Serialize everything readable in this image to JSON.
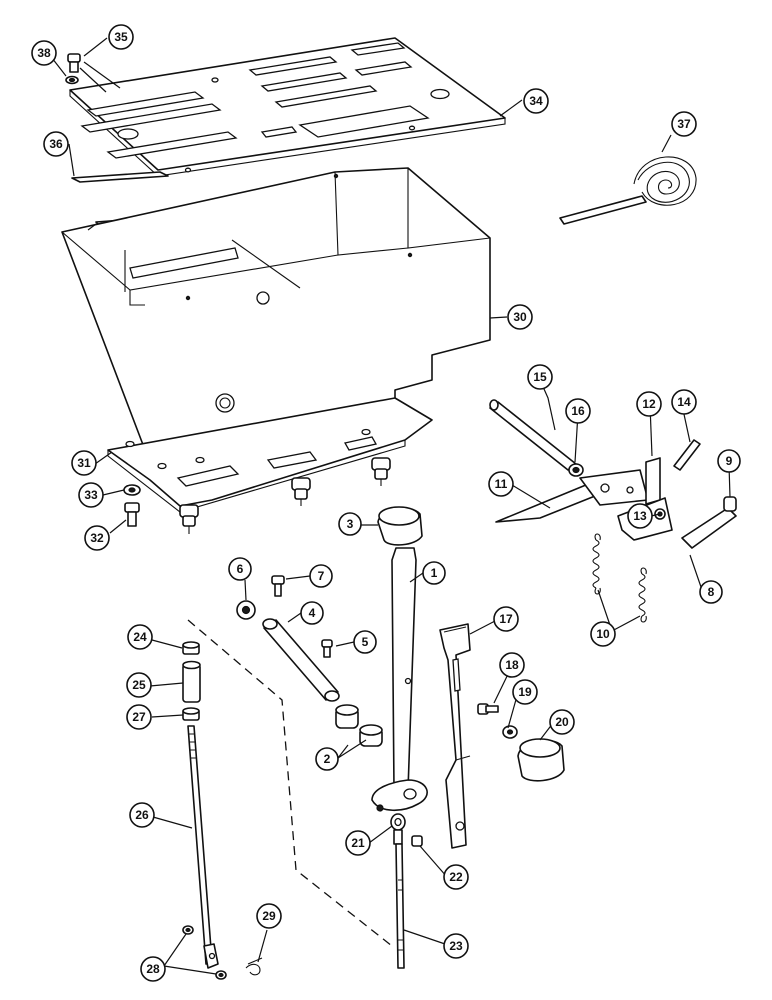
{
  "diagram": {
    "callouts": [
      {
        "id": "1",
        "label": "1"
      },
      {
        "id": "2",
        "label": "2"
      },
      {
        "id": "3",
        "label": "3"
      },
      {
        "id": "4",
        "label": "4"
      },
      {
        "id": "5",
        "label": "5"
      },
      {
        "id": "6",
        "label": "6"
      },
      {
        "id": "7",
        "label": "7"
      },
      {
        "id": "8",
        "label": "8"
      },
      {
        "id": "9",
        "label": "9"
      },
      {
        "id": "10",
        "label": "10"
      },
      {
        "id": "11",
        "label": "11"
      },
      {
        "id": "12",
        "label": "12"
      },
      {
        "id": "13",
        "label": "13"
      },
      {
        "id": "14",
        "label": "14"
      },
      {
        "id": "15",
        "label": "15"
      },
      {
        "id": "16",
        "label": "16"
      },
      {
        "id": "17",
        "label": "17"
      },
      {
        "id": "18",
        "label": "18"
      },
      {
        "id": "19",
        "label": "19"
      },
      {
        "id": "20",
        "label": "20"
      },
      {
        "id": "21",
        "label": "21"
      },
      {
        "id": "22",
        "label": "22"
      },
      {
        "id": "23",
        "label": "23"
      },
      {
        "id": "24",
        "label": "24"
      },
      {
        "id": "25",
        "label": "25"
      },
      {
        "id": "26",
        "label": "26"
      },
      {
        "id": "27",
        "label": "27"
      },
      {
        "id": "28",
        "label": "28"
      },
      {
        "id": "29",
        "label": "29"
      },
      {
        "id": "30",
        "label": "30"
      },
      {
        "id": "31",
        "label": "31"
      },
      {
        "id": "32",
        "label": "32"
      },
      {
        "id": "33",
        "label": "33"
      },
      {
        "id": "34",
        "label": "34"
      },
      {
        "id": "35",
        "label": "35"
      },
      {
        "id": "36",
        "label": "36"
      },
      {
        "id": "37",
        "label": "37"
      },
      {
        "id": "38",
        "label": "38"
      }
    ]
  }
}
